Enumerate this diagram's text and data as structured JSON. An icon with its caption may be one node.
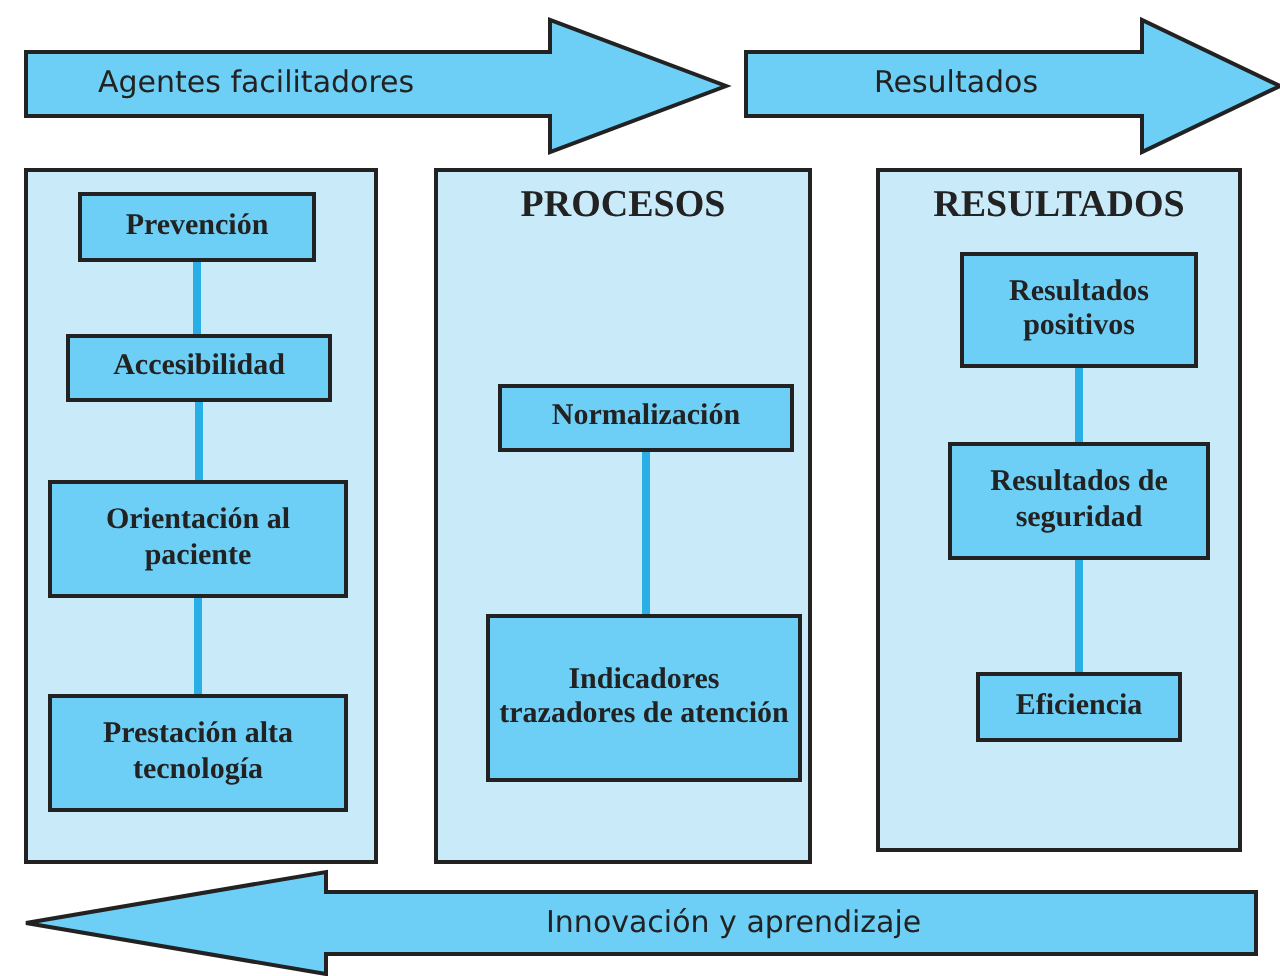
{
  "diagram": {
    "nodes": [
      {
        "text": [
          "Agentes facilitadores"
        ]
      },
      {
        "text": [
          "Resultados"
        ]
      },
      {
        "text": [],
        "shape": "box"
      },
      {
        "text": [
          "Prevención"
        ],
        "in": 2
      },
      {
        "text": [
          "Accesibilidad"
        ],
        "in": 2
      },
      {
        "text": [
          "Orientación al paciente"
        ],
        "in": 2
      },
      {
        "text": [
          "Prestación alta tecnología"
        ],
        "in": 2
      },
      {
        "text": [
          "PROCESOS"
        ]
      },
      {
        "text": [
          "Normalización"
        ],
        "in": 7
      },
      {
        "text": [
          "Indicadores trazadores de atención"
        ],
        "in": 7
      },
      {
        "text": [
          "RESULTADOS"
        ]
      },
      {
        "text": [
          "Resultados positivos"
        ],
        "in": 10
      },
      {
        "text": [
          "Resultados de seguridad"
        ],
        "in": 10
      },
      {
        "text": [
          "Eficiencia"
        ],
        "in": 10
      },
      {
        "text": [
          "Innovación y aprendizaje"
        ]
      }
    ],
    "edges": [
      {
        "from": 3,
        "to": 4,
        "arrow": "none"
      },
      {
        "from": 4,
        "to": 5,
        "arrow": "none"
      },
      {
        "from": 5,
        "to": 6,
        "arrow": "none"
      },
      {
        "from": 8,
        "to": 9,
        "arrow": "none"
      },
      {
        "from": 11,
        "to": 12,
        "arrow": "none"
      },
      {
        "from": 12,
        "to": 13,
        "arrow": "none"
      }
    ]
  }
}
